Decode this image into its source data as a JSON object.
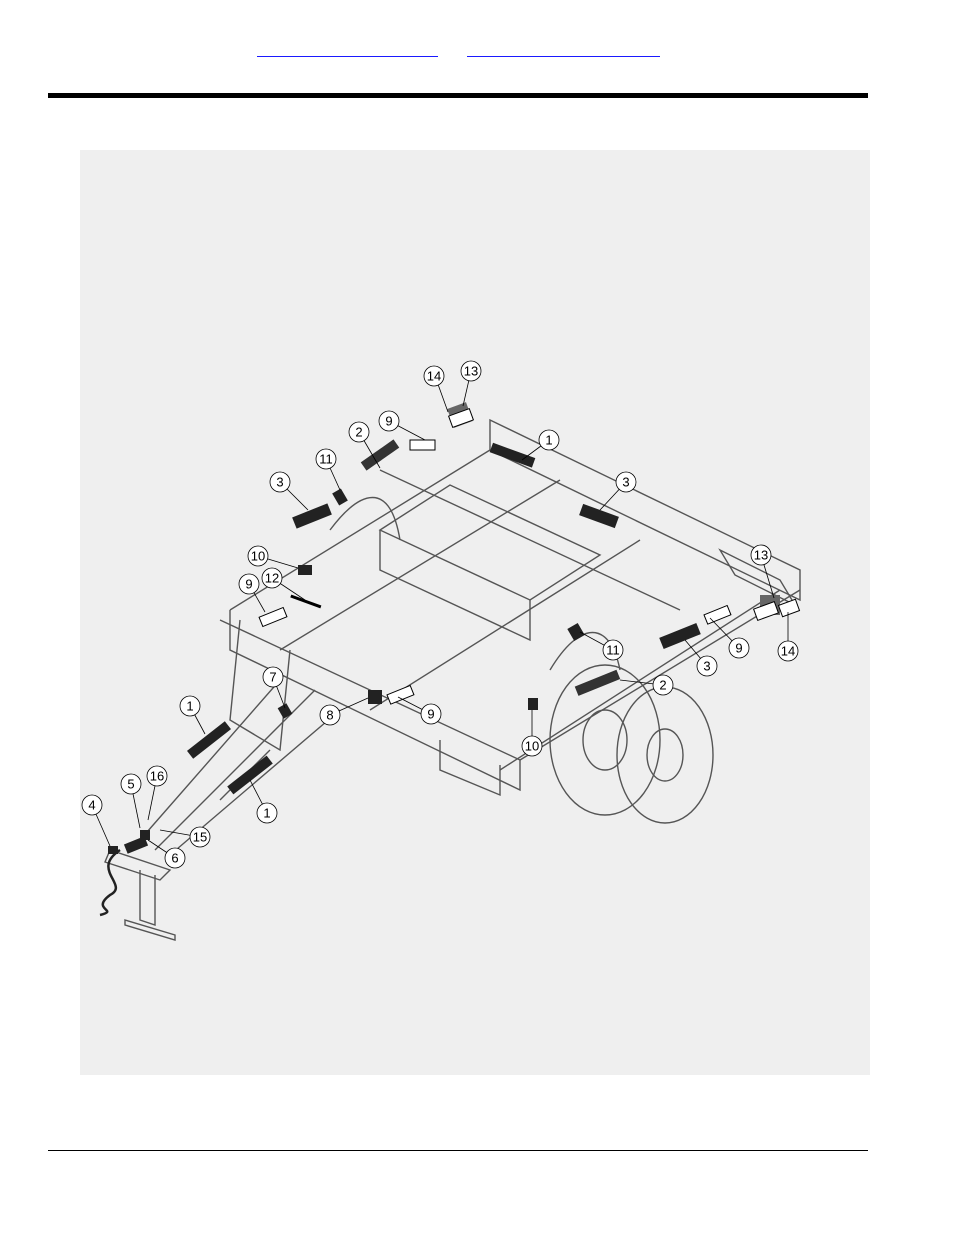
{
  "header": {
    "link_left": "",
    "link_right": ""
  },
  "figure": {
    "callouts": [
      {
        "id": "c14a",
        "label": "14"
      },
      {
        "id": "c13a",
        "label": "13"
      },
      {
        "id": "c9a",
        "label": "9"
      },
      {
        "id": "c2a",
        "label": "2"
      },
      {
        "id": "c1a",
        "label": "1"
      },
      {
        "id": "c11a",
        "label": "11"
      },
      {
        "id": "c3a",
        "label": "3"
      },
      {
        "id": "c3b",
        "label": "3"
      },
      {
        "id": "c10a",
        "label": "10"
      },
      {
        "id": "c12",
        "label": "12"
      },
      {
        "id": "c9b",
        "label": "9"
      },
      {
        "id": "c13b",
        "label": "13"
      },
      {
        "id": "c9c",
        "label": "9"
      },
      {
        "id": "c14b",
        "label": "14"
      },
      {
        "id": "c11b",
        "label": "11"
      },
      {
        "id": "c3c",
        "label": "3"
      },
      {
        "id": "c2b",
        "label": "2"
      },
      {
        "id": "c7",
        "label": "7"
      },
      {
        "id": "c8",
        "label": "8"
      },
      {
        "id": "c9d",
        "label": "9"
      },
      {
        "id": "c10b",
        "label": "10"
      },
      {
        "id": "c1b",
        "label": "1"
      },
      {
        "id": "c5",
        "label": "5"
      },
      {
        "id": "c16",
        "label": "16"
      },
      {
        "id": "c1c",
        "label": "1"
      },
      {
        "id": "c4",
        "label": "4"
      },
      {
        "id": "c15",
        "label": "15"
      },
      {
        "id": "c6",
        "label": "6"
      }
    ]
  }
}
